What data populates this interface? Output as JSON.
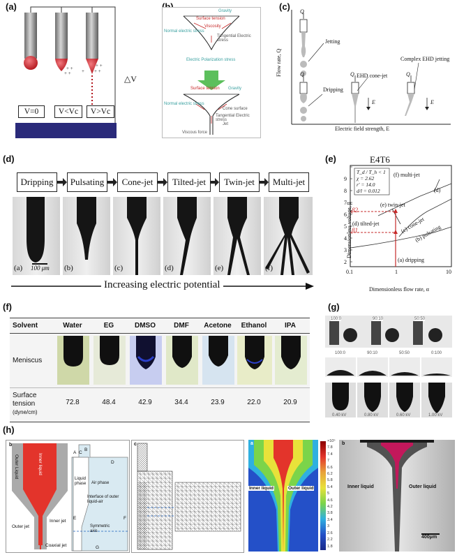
{
  "panel_labels": {
    "a": "(a)",
    "b": "(b)",
    "c": "(c)",
    "d": "(d)",
    "e": "(e)",
    "f": "(f)",
    "g": "(g)",
    "h": "(h)"
  },
  "colors": {
    "nozzle": "#8a8a8a",
    "droplet": "#d7262d",
    "substrate": "#2a2a7a",
    "sim_red": "#e3342b",
    "sim_green": "#7bd44a",
    "sim_blue": "#2450c8",
    "sim_yellow": "#e8e23a",
    "arrow_green": "#4caf50",
    "dashed_red": "#c62828",
    "tiff_bg": "#d9eaf2"
  },
  "panel_a": {
    "voltage_boxes": [
      "V=0",
      "V<Vc",
      "V>Vc"
    ],
    "delta_v": "△V"
  },
  "panel_b": {
    "top_labels": [
      "Gravity",
      "Surface tension",
      "Viscosity",
      "Normal electric stress",
      "Tangential Electric stress",
      "Electric Polarization stress"
    ],
    "bottom_labels": [
      "Surface tension",
      "Gravity",
      "Normal electric stress",
      "Cone surface",
      "Tangential Electric stress",
      "Jet",
      "Viscous force"
    ]
  },
  "panel_c": {
    "y_axis": "Flow rate, Q",
    "x_axis": "Electric field strength, E",
    "labels": [
      "Jetting",
      "Dripping",
      "EHD cone-jet",
      "Complex EHD jetting"
    ],
    "q_symbol": "Q",
    "e_symbol": "E"
  },
  "panel_d": {
    "modes": [
      "Dripping",
      "Pulsating",
      "Cone-jet",
      "Tilted-jet",
      "Twin-jet",
      "Multi-jet"
    ],
    "photo_labels": [
      "(a)",
      "(b)",
      "(c)",
      "(d)",
      "(e)",
      "(f)"
    ],
    "scale": "100 μm",
    "caption": "Increasing electric potential"
  },
  "panel_e": {
    "title": "E4T6",
    "params": [
      "T_d / T_h < 1",
      "χ = 2.62",
      "r' = 14.0",
      "d/l = 0.012"
    ],
    "y_axis": "Dimensionless voltage, β",
    "x_axis": "Dimensionless flow rate, α",
    "y_ticks": [
      "2",
      "3",
      "4",
      "5",
      "6",
      "7",
      "8",
      "9"
    ],
    "x_ticks": [
      "0.1",
      "1",
      "10"
    ],
    "regions": [
      "(f) multi-jet",
      "(d)",
      "(e) twin-jet",
      "(d) tilted-jet",
      "(c) cone-jet",
      "(b) pulsating",
      "(a) dripping"
    ],
    "beta_marks": [
      "β2",
      "β1"
    ]
  },
  "panel_f": {
    "header_label": "Solvent",
    "solvents": [
      "Water",
      "EG",
      "DMSO",
      "DMF",
      "Acetone",
      "Ethanol",
      "IPA"
    ],
    "row1_label": "Meniscus",
    "row2_label_1": "Surface",
    "row2_label_2": "tension",
    "row2_unit": "(dyne/cm)",
    "tensions": [
      "72.8",
      "48.4",
      "42.9",
      "34.4",
      "23.9",
      "22.0",
      "20.9"
    ]
  },
  "panel_g": {
    "row1": [
      "100:0",
      "90:10",
      "50:50"
    ],
    "row2": [
      "100:0",
      "90:10",
      "50:50",
      "0:100"
    ],
    "row3": [
      "0.40 kV",
      "0.80 kV",
      "0.60 kV",
      "1.00 kV"
    ]
  },
  "panel_h": {
    "sub_b_left": "b",
    "outer_liquid": "Outer Liquid",
    "inner_liquid_vert": "Inner liquid",
    "outer_jet": "Outer jet",
    "inner_jet": "Inner jet",
    "coaxial_jet": "Coaxial jet",
    "letters": [
      "A",
      "C",
      "B",
      "D",
      "E",
      "F",
      "G"
    ],
    "liquid_phase": "Liquid phase",
    "air_phase": "Air phase",
    "interface": "Interface of outer liquid-air",
    "symmetric_axis": "Symmetric axis",
    "sub_c": "c",
    "sub_a": "a",
    "sub_b_right": "b",
    "sim_inner": "Inner liquid",
    "sim_outer": "Outer liquid",
    "photo_inner": "Inner liquid",
    "photo_outer": "Outer liquid",
    "photo_scale": "400μm",
    "colorbar_ticks": [
      "×10⁵",
      "7.8",
      "7.4",
      "7",
      "6.6",
      "6.2",
      "5.8",
      "5.4",
      "5",
      "4.6",
      "4.2",
      "3.8",
      "3.4",
      "3",
      "2.6",
      "2.2",
      "1.8"
    ]
  }
}
